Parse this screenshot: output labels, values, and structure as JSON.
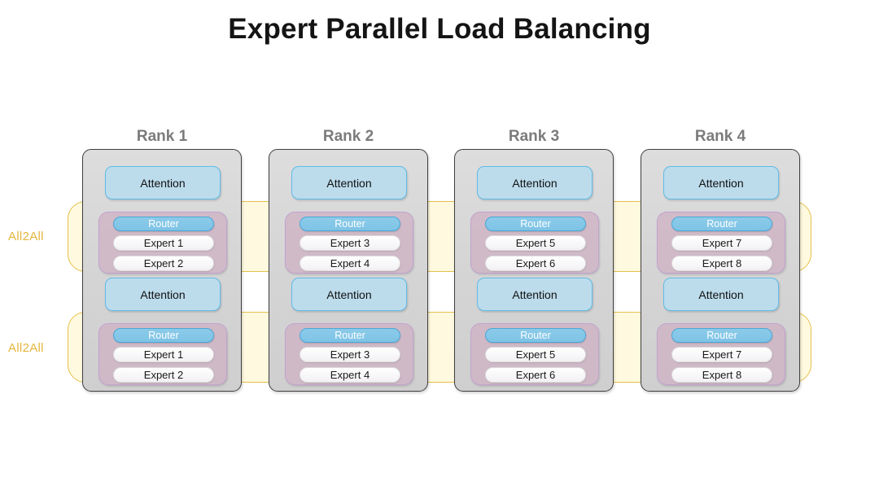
{
  "page": {
    "title": "Expert Parallel Load Balancing",
    "background_color": "#ffffff"
  },
  "colors": {
    "title_text": "#141414",
    "rank_label": "#7b7b7b",
    "rank_box_fill": "#d6d6d6",
    "rank_box_border": "#3f3f3f",
    "attention_fill": "#bcdcec",
    "attention_border": "#60bce8",
    "moe_fill": "#ceb2c4",
    "moe_border": "#c2a2ce",
    "router_fill": "#82c5e7",
    "router_border": "#4aa8d8",
    "router_text": "#ffffff",
    "expert_fill": "#f6f5f7",
    "expert_border": "#dcdcdc",
    "all2all_band_fill": "#fff6c4",
    "all2all_band_border": "#e7bf4c",
    "all2all_text": "#e3b63c"
  },
  "all2all": {
    "label": "All2All",
    "bands": [
      {
        "label": "All2All"
      },
      {
        "label": "All2All"
      }
    ]
  },
  "ranks": [
    {
      "title": "Rank 1",
      "layers": [
        {
          "attention": "Attention",
          "router": "Router",
          "experts": [
            "Expert 1",
            "Expert 2"
          ]
        },
        {
          "attention": "Attention",
          "router": "Router",
          "experts": [
            "Expert 1",
            "Expert 2"
          ]
        }
      ]
    },
    {
      "title": "Rank 2",
      "layers": [
        {
          "attention": "Attention",
          "router": "Router",
          "experts": [
            "Expert 3",
            "Expert 4"
          ]
        },
        {
          "attention": "Attention",
          "router": "Router",
          "experts": [
            "Expert 3",
            "Expert 4"
          ]
        }
      ]
    },
    {
      "title": "Rank 3",
      "layers": [
        {
          "attention": "Attention",
          "router": "Router",
          "experts": [
            "Expert 5",
            "Expert 6"
          ]
        },
        {
          "attention": "Attention",
          "router": "Router",
          "experts": [
            "Expert 5",
            "Expert 6"
          ]
        }
      ]
    },
    {
      "title": "Rank 4",
      "layers": [
        {
          "attention": "Attention",
          "router": "Router",
          "experts": [
            "Expert 7",
            "Expert 8"
          ]
        },
        {
          "attention": "Attention",
          "router": "Router",
          "experts": [
            "Expert 7",
            "Expert 8"
          ]
        }
      ]
    }
  ]
}
